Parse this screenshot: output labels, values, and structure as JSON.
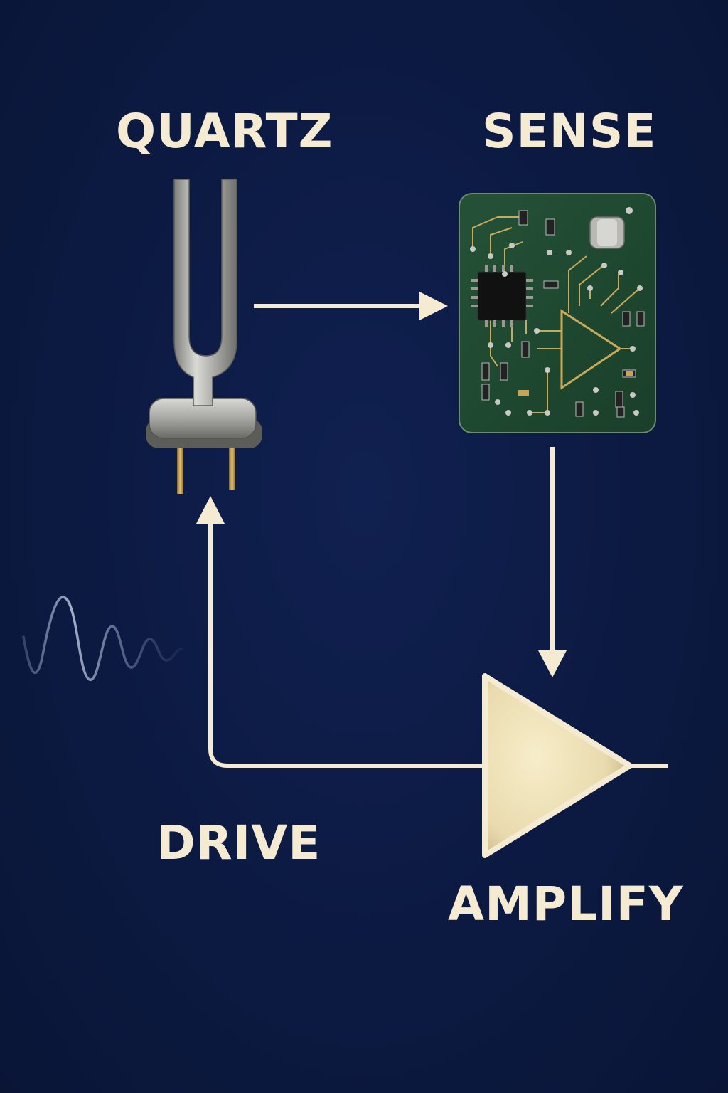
{
  "labels": {
    "quartz": "QUARTZ",
    "sense": "SENSE",
    "drive": "DRIVE",
    "amplify": "AMPLIFY"
  },
  "colors": {
    "background": "#0c1a42",
    "text": "#f5ead2",
    "arrow": "#f5ead2",
    "pcb": "#1f4a30",
    "pcb_trace": "#c9a95a",
    "amplifier_fill": "#f2e6bf",
    "metal": "#b8b8b4"
  },
  "icons": {
    "quartz": "tuning-fork-crystal-icon",
    "sense": "circuit-board-icon",
    "amplify": "amplifier-triangle-icon",
    "signal": "decaying-wave-icon"
  }
}
